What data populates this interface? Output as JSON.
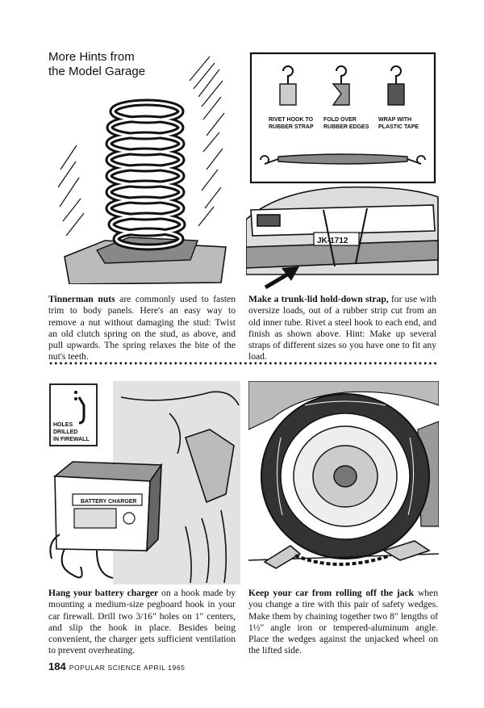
{
  "header": {
    "title_line1": "More Hints from",
    "title_line2": "the Model Garage"
  },
  "strap_figure": {
    "label_rivet_l1": "RIVET HOOK TO",
    "label_rivet_l2": "RUBBER STRAP",
    "label_fold_l1": "FOLD OVER",
    "label_fold_l2": "RUBBER EDGES",
    "label_wrap_l1": "WRAP WITH",
    "label_wrap_l2": "PLASTIC TAPE",
    "plate": "JK-1712"
  },
  "charger_figure": {
    "holes_l1": "HOLES",
    "holes_l2": "DRILLED",
    "holes_l3": "IN FIREWALL",
    "charger_label": "BATTERY CHARGER"
  },
  "captions": {
    "tinnerman": {
      "lead": "Tinnerman nuts",
      "body": " are commonly used to fasten trim to body panels. Here's an easy way to remove a nut without damaging the stud: Twist an old clutch spring on the stud, as above, and pull upwards. The spring relaxes the bite of the nut's teeth."
    },
    "strap": {
      "lead": "Make a trunk-lid hold-down strap,",
      "body": " for use with oversize loads, out of a rubber strip cut from an old inner tube. Rivet a steel hook to each end, and finish as shown above. Hint: Make up several straps of different sizes so you have one to fit any load."
    },
    "charger": {
      "lead": "Hang your battery charger",
      "body": " on a hook made by mounting a medium-size pegboard hook in your car firewall. Drill two 3/16\" holes on 1\" centers, and slip the hook in place. Besides being convenient, the charger gets sufficient ventilation to prevent overheating."
    },
    "jack": {
      "lead": "Keep your car from rolling off the jack",
      "body": " when you change a tire with this pair of safety wedges. Make them by chaining together two 8\" lengths of 1½\" angle iron or tempered-aluminum angle. Place the wedges against the unjacked wheel on the lifted side."
    }
  },
  "footer": {
    "page_number": "184",
    "text": "POPULAR SCIENCE APRIL 1965"
  }
}
